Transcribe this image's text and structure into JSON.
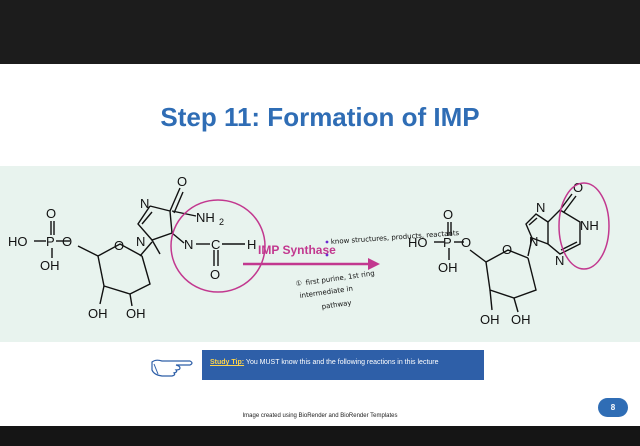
{
  "slide": {
    "title": "Step 11: Formation of IMP",
    "arrow_label": "IMP Synthase",
    "notes": {
      "bullet_1": "know structures, products, reactants",
      "circled_number": "①",
      "annotation_line_1": "first purine, 1st ring",
      "annotation_line_2": "intermediate  in",
      "annotation_line_3": "pathway"
    },
    "study_tip": {
      "label": "Study Tip:",
      "text": " You MUST know this and the following reactions in this lecture"
    },
    "credit": "Image created using BioRender and BioRender Templates",
    "page_number": "8"
  },
  "molecule_labels": {
    "O": "O",
    "N": "N",
    "NH2": "NH",
    "two": "2",
    "C": "C",
    "H": "H",
    "HO": "HO",
    "OH": "OH",
    "P": "P",
    "NH": "NH"
  },
  "colors": {
    "title": "#2f6db5",
    "accent_magenta": "#c2388f",
    "band": "#e8f3ee",
    "tip_box": "#2e5fa8"
  }
}
